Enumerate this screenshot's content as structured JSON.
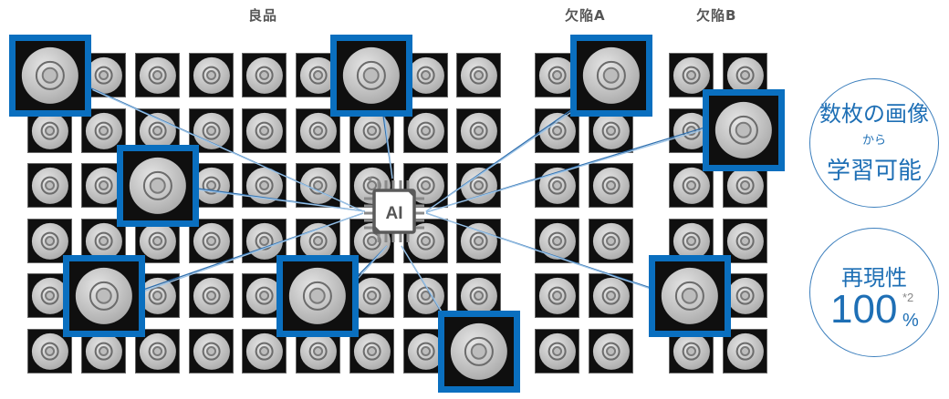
{
  "headers": {
    "good": "良品",
    "defect_a": "欠陥A",
    "defect_b": "欠陥B"
  },
  "ai_chip": {
    "label": "AI",
    "icon": "cpu-chip-icon"
  },
  "badges": [
    {
      "line1": "数枚の画像",
      "line2": "から",
      "line3": "学習可能"
    },
    {
      "line1": "再現性",
      "value": "100",
      "unit": "%",
      "note": "*2"
    }
  ],
  "colors": {
    "accent": "#0a6fbf",
    "badge_text": "#1e6fb5",
    "connector": "#2f6fae",
    "chip": "#666666"
  },
  "groups": {
    "good": {
      "columns": 9,
      "rows": 6,
      "highlighted_samples": 6
    },
    "defect_a": {
      "columns": 2,
      "rows": 6,
      "highlighted_samples": 1
    },
    "defect_b": {
      "columns": 2,
      "rows": 6,
      "highlighted_samples": 2
    }
  }
}
